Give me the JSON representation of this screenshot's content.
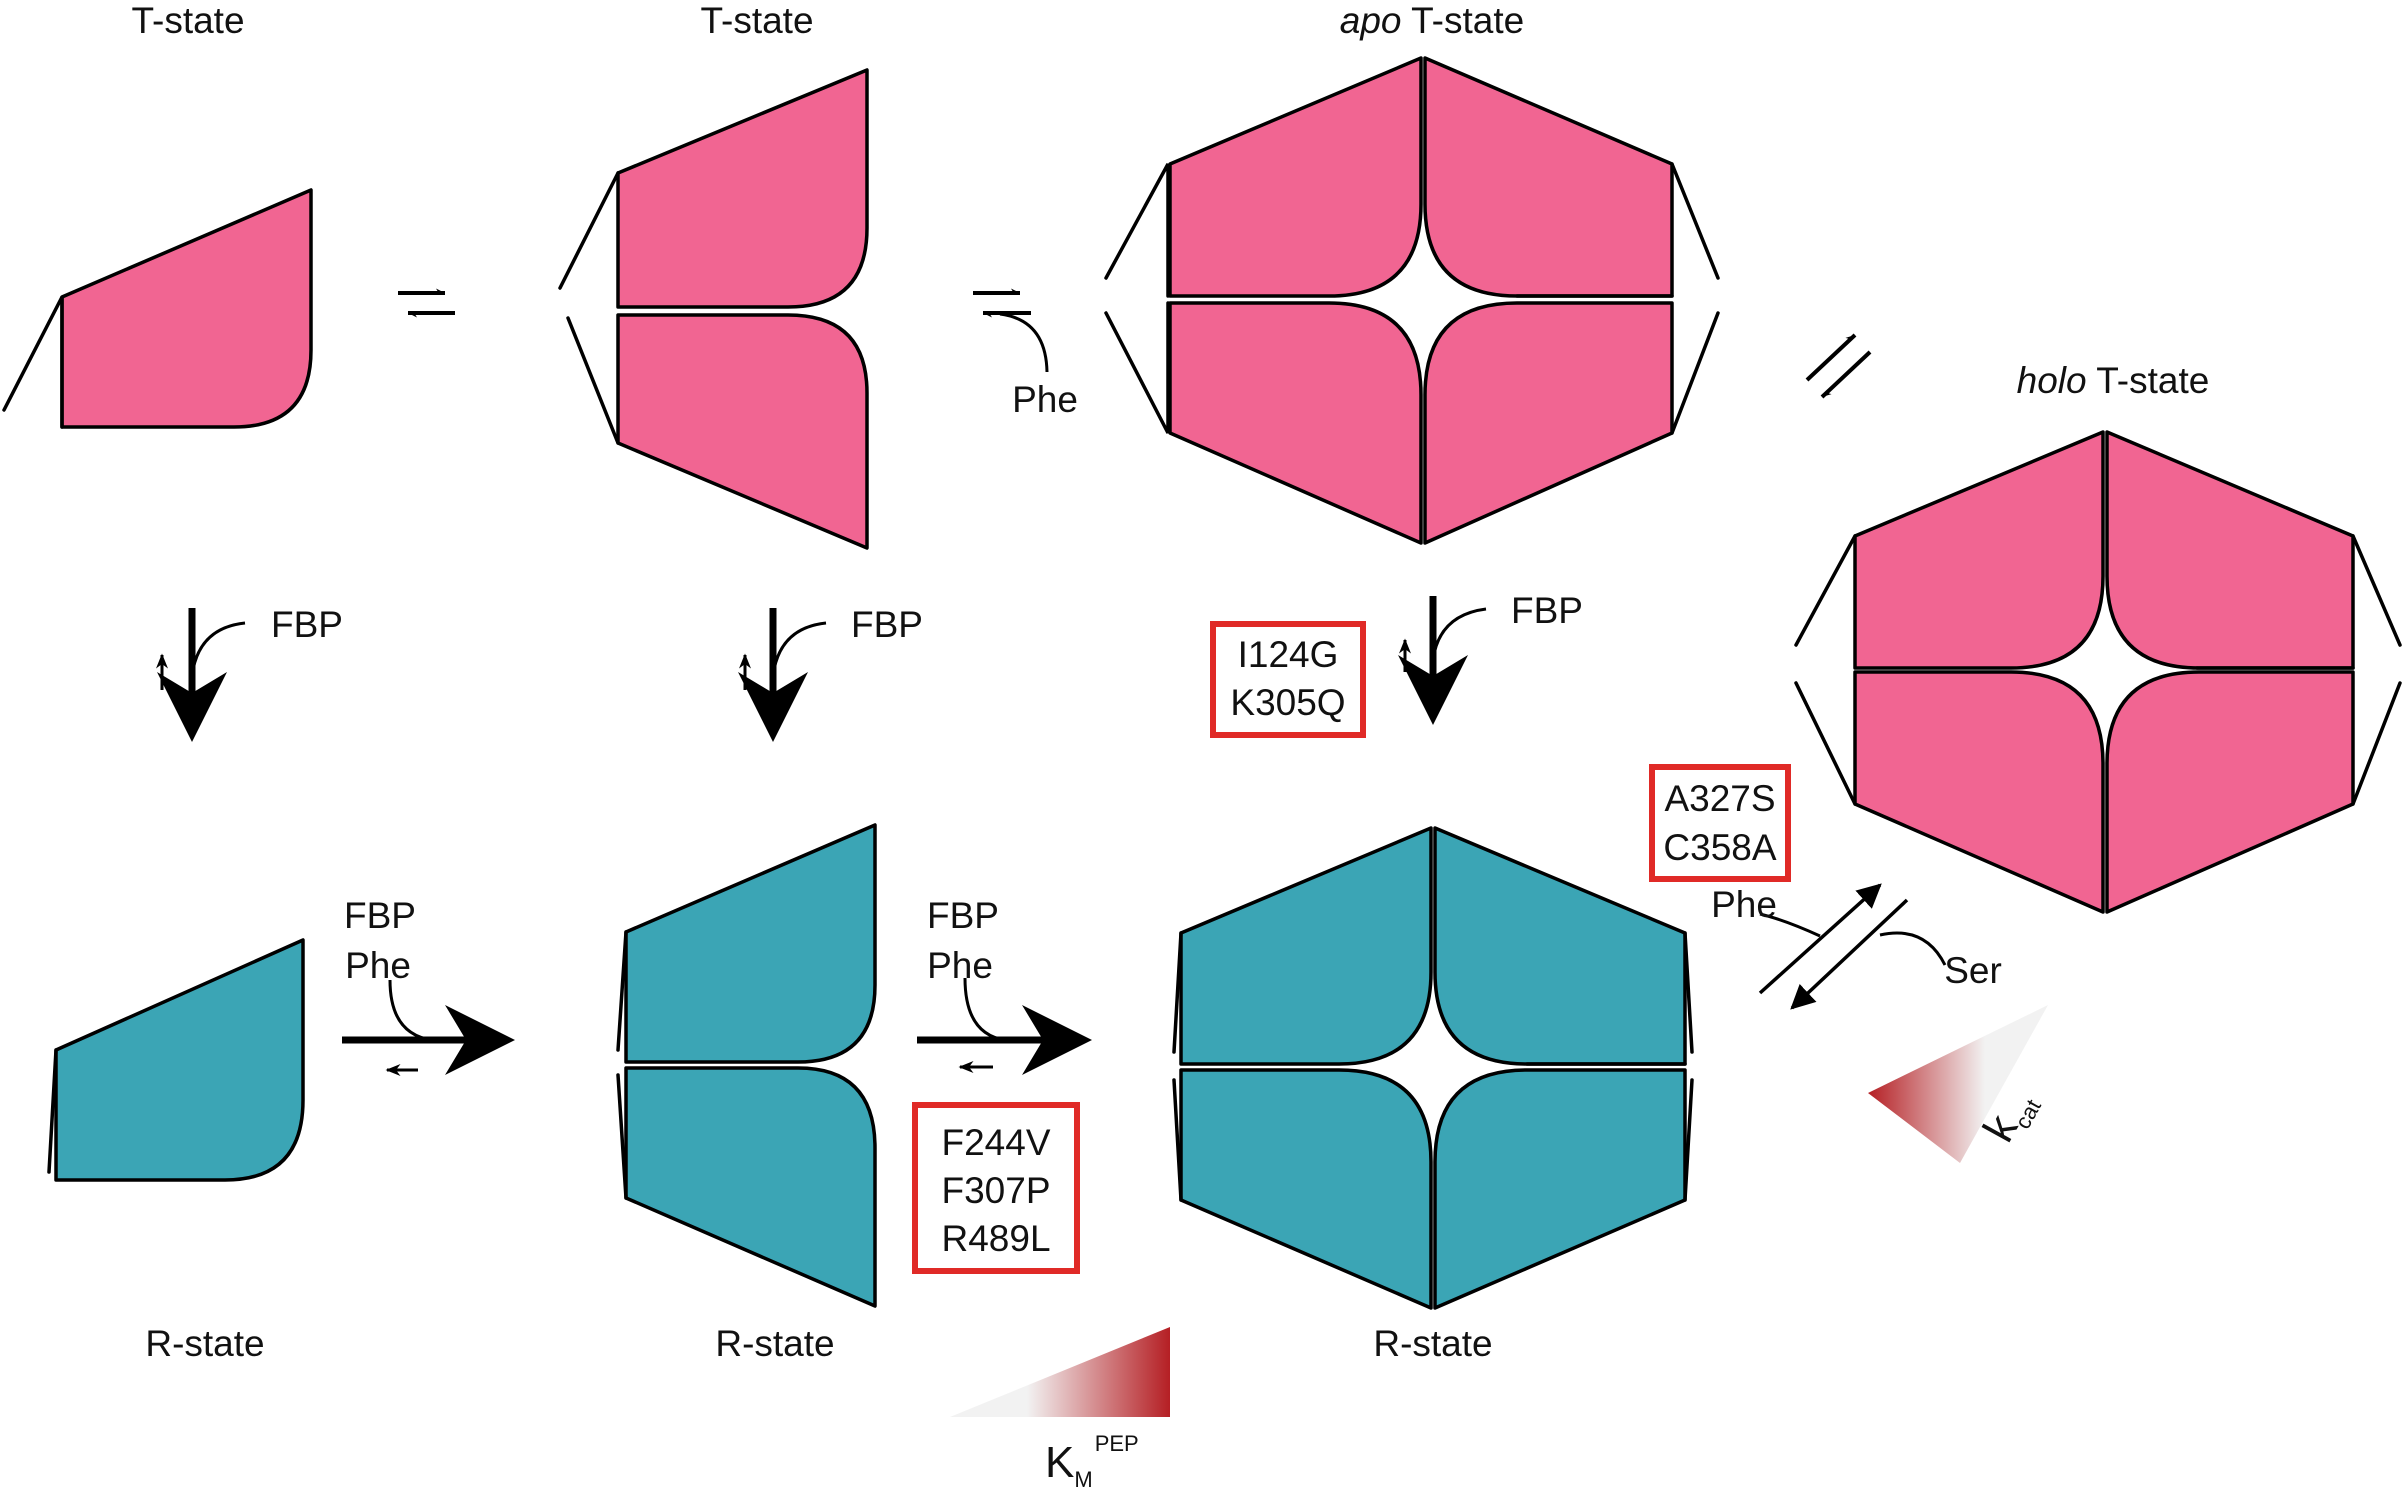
{
  "colors": {
    "t_state_fill": "#F16592",
    "r_state_fill": "#3BA5B5",
    "mutation_box": "#E02A27",
    "gradient_red": "#B51F24",
    "gradient_light": "#F2F2F2"
  },
  "labels": {
    "t_state_monomer": "T-state",
    "t_state_dimer": "T-state",
    "apo_prefix": "apo",
    "apo_suffix": " T-state",
    "holo_prefix": "holo",
    "holo_suffix": " T-state",
    "r_state_monomer": "R-state",
    "r_state_dimer": "R-state",
    "r_state_tetramer": "R-state"
  },
  "effectors": {
    "fbp_1": "FBP",
    "fbp_2": "FBP",
    "fbp_3": "FBP",
    "fbp_phe_1_a": "FBP",
    "fbp_phe_1_b": "Phe",
    "fbp_phe_2_a": "FBP",
    "fbp_phe_2_b": "Phe",
    "phe_top": "Phe",
    "phe_right": "Phe",
    "ser_right": "Ser"
  },
  "mutations": {
    "box_fbp": [
      "I124G",
      "K305Q"
    ],
    "box_km": [
      "F244V",
      "F307P",
      "R489L"
    ],
    "box_kcat": [
      "A327S",
      "C358A"
    ]
  },
  "gradients": {
    "km_main": "K",
    "km_sub": "M",
    "km_sup": "PEP",
    "kcat_main": "k",
    "kcat_sub": "cat"
  }
}
